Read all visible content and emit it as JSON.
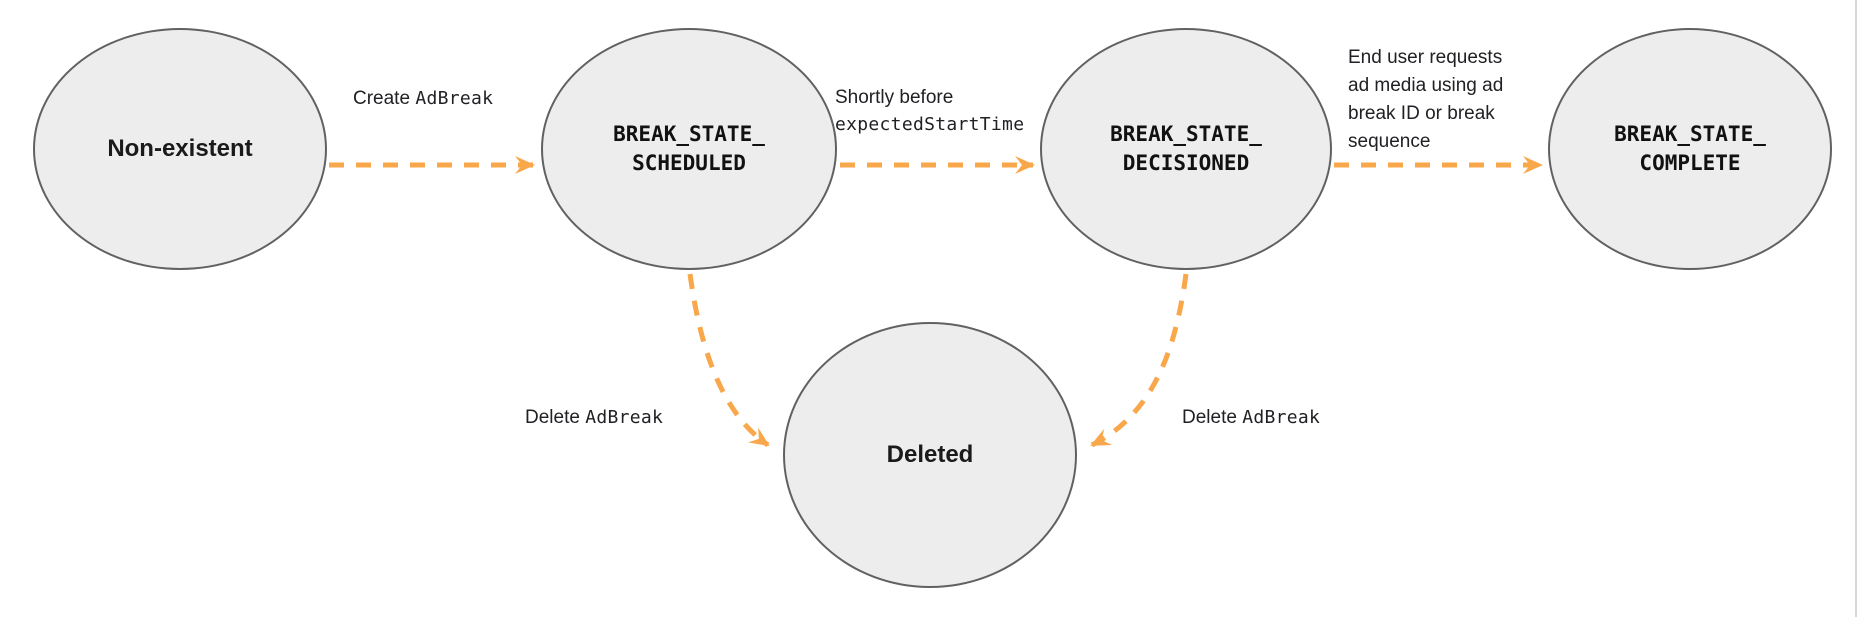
{
  "diagram": {
    "type": "state-transition-diagram",
    "colors": {
      "arrow": "#F8A74B",
      "node_fill": "#EDEDED",
      "node_border": "#5f6163",
      "text": "#202124"
    },
    "states": [
      {
        "name": "Non-existent",
        "lines": [
          "Non-existent"
        ]
      },
      {
        "name": "BREAK_STATE_SCHEDULED",
        "lines": [
          "BREAK_STATE_",
          "SCHEDULED"
        ]
      },
      {
        "name": "BREAK_STATE_DECISIONED",
        "lines": [
          "BREAK_STATE_",
          "DECISIONED"
        ]
      },
      {
        "name": "BREAK_STATE_COMPLETE",
        "lines": [
          "BREAK_STATE_",
          "COMPLETE"
        ]
      },
      {
        "name": "Deleted",
        "lines": [
          "Deleted"
        ]
      }
    ],
    "transitions": [
      {
        "from": "Non-existent",
        "to": "BREAK_STATE_SCHEDULED",
        "label": {
          "prefix": "Create ",
          "code": "AdBreak"
        }
      },
      {
        "from": "BREAK_STATE_SCHEDULED",
        "to": "BREAK_STATE_DECISIONED",
        "label": {
          "line1": "Shortly before",
          "code": "expectedStartTime"
        }
      },
      {
        "from": "BREAK_STATE_DECISIONED",
        "to": "BREAK_STATE_COMPLETE",
        "label": {
          "lines": [
            "End user requests",
            "ad media using ad",
            "break ID or break",
            "sequence"
          ]
        }
      },
      {
        "from": "BREAK_STATE_SCHEDULED",
        "to": "Deleted",
        "label": {
          "prefix": "Delete ",
          "code": "AdBreak"
        }
      },
      {
        "from": "BREAK_STATE_DECISIONED",
        "to": "Deleted",
        "label": {
          "prefix": "Delete ",
          "code": "AdBreak"
        }
      }
    ]
  }
}
